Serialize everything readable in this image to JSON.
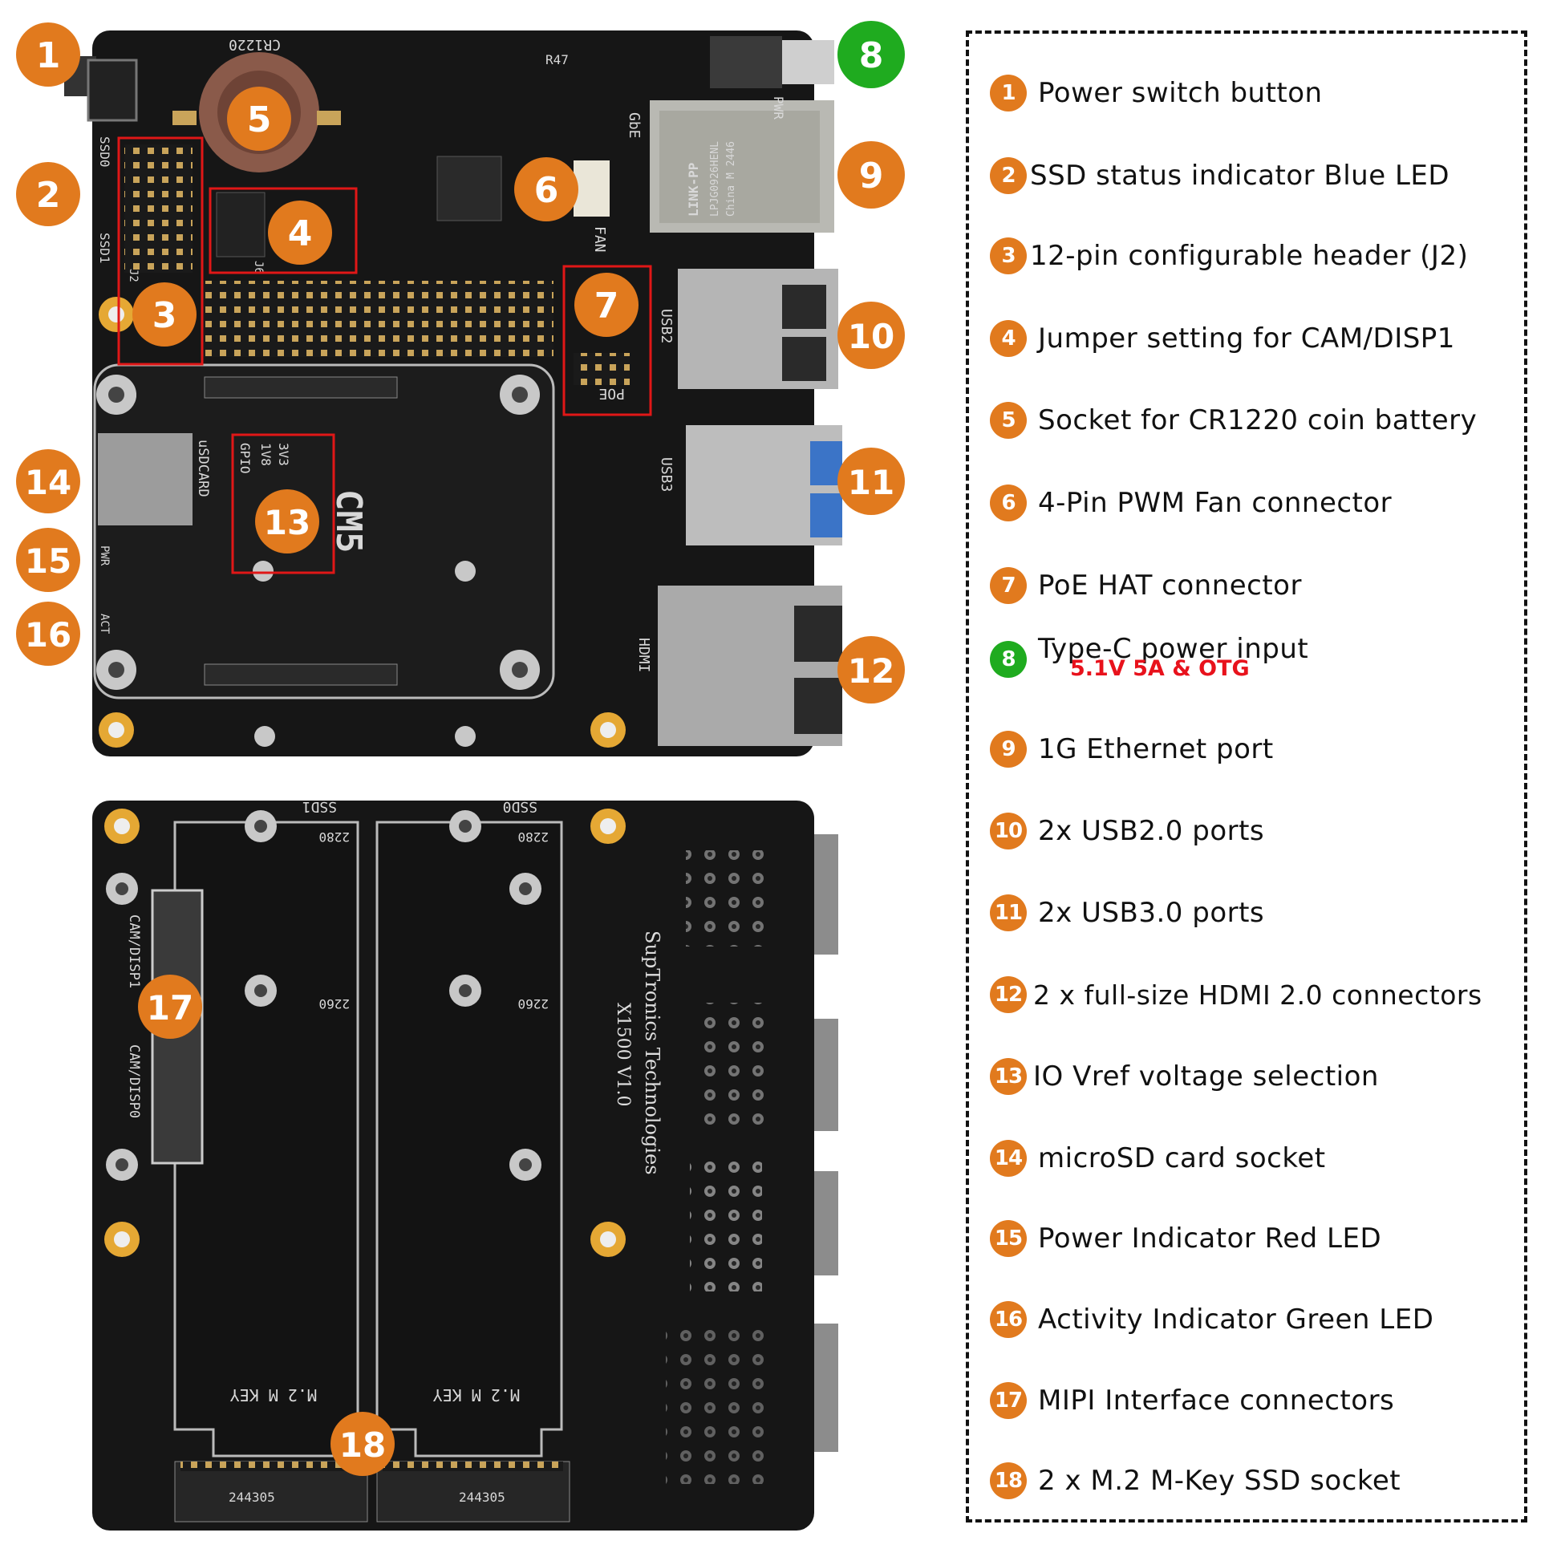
{
  "colors": {
    "orange": "#e17a1e",
    "green": "#1fab1f",
    "board": "#141414",
    "red_box": "#e01717",
    "note_red": "#e8121c"
  },
  "silkscreen": {
    "cr1220": "CR1220",
    "r47": "R47",
    "pwr": "PWR",
    "gbe": "GbE",
    "fan": "FAN",
    "ssd0": "SSD0",
    "ssd1": "SSD1",
    "j2": "J2",
    "j6": "J6",
    "usb2": "USB2",
    "usb3": "USB3",
    "poe": "POE",
    "hdmi": "HDMI",
    "usdcard": "uSDCARD",
    "gpio": "GPIO",
    "v1v8": "1V8",
    "v3v3": "3V3",
    "cm5": "CM5",
    "act": "ACT",
    "link_pp": "LINK-PP",
    "lan_part": "LPJG0926HENL",
    "lan_date": "China M 2446",
    "b_ssd1": "SSD1",
    "b_ssd0": "SSD0",
    "b_2280_a": "2280",
    "b_2280_b": "2280",
    "b_2260_a": "2260",
    "b_2260_b": "2260",
    "cam_disp1": "CAM/DISP1",
    "cam_disp0": "CAM/DISP0",
    "maker": "SupTronics Technologies",
    "model": "X1500 V1.0",
    "mkey_a": "M.2 M KEY",
    "mkey_b": "M.2 M KEY",
    "code_a": "244305",
    "code_b": "244305"
  },
  "callouts": [
    "1",
    "2",
    "3",
    "4",
    "5",
    "6",
    "7",
    "8",
    "9",
    "10",
    "11",
    "12",
    "13",
    "14",
    "15",
    "16",
    "17",
    "18"
  ],
  "legend": [
    {
      "num": "1",
      "text": "Power switch button",
      "color": "orange"
    },
    {
      "num": "2",
      "text": "SSD status indicator Blue LED",
      "color": "orange"
    },
    {
      "num": "3",
      "text": "12-pin configurable header (J2)",
      "color": "orange"
    },
    {
      "num": "4",
      "text": "Jumper setting for CAM/DISP1",
      "color": "orange"
    },
    {
      "num": "5",
      "text": "Socket for CR1220 coin battery",
      "color": "orange"
    },
    {
      "num": "6",
      "text": "4-Pin PWM Fan connector",
      "color": "orange"
    },
    {
      "num": "7",
      "text": "PoE HAT connector",
      "color": "orange"
    },
    {
      "num": "8",
      "text": "Type-C power input",
      "sub": "5.1V 5A & OTG",
      "color": "green"
    },
    {
      "num": "9",
      "text": "1G Ethernet port",
      "color": "orange"
    },
    {
      "num": "10",
      "text": "2x USB2.0 ports",
      "color": "orange"
    },
    {
      "num": "11",
      "text": "2x USB3.0 ports",
      "color": "orange"
    },
    {
      "num": "12",
      "text": "2 x full-size HDMI 2.0 connectors",
      "color": "orange"
    },
    {
      "num": "13",
      "text": "IO Vref voltage selection",
      "color": "orange"
    },
    {
      "num": "14",
      "text": "microSD card socket",
      "color": "orange"
    },
    {
      "num": "15",
      "text": "Power Indicator Red LED",
      "color": "orange"
    },
    {
      "num": "16",
      "text": "Activity Indicator Green LED",
      "color": "orange"
    },
    {
      "num": "17",
      "text": "MIPI Interface connectors",
      "color": "orange"
    },
    {
      "num": "18",
      "text": "2 x M.2 M-Key SSD socket",
      "color": "orange"
    }
  ]
}
